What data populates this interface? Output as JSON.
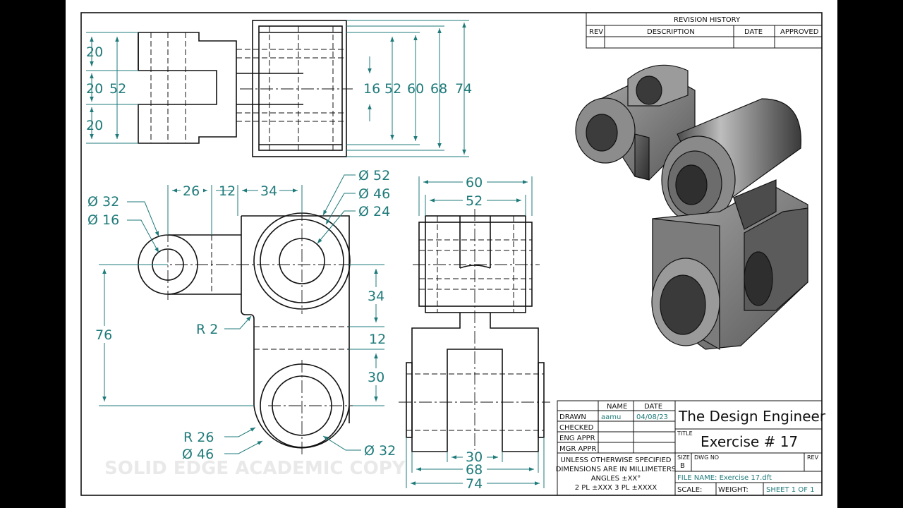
{
  "revision_block": {
    "title": "REVISION HISTORY",
    "columns": [
      "REV",
      "DESCRIPTION",
      "DATE",
      "APPROVED"
    ]
  },
  "dimensions": {
    "top_view": [
      "20",
      "20",
      "52",
      "20",
      "16",
      "52",
      "60",
      "68",
      "74"
    ],
    "front_view": [
      "Ø 32",
      "Ø 16",
      "26",
      "12",
      "34",
      "Ø 52",
      "Ø 46",
      "Ø 24",
      "76",
      "R 2",
      "34",
      "12",
      "30",
      "R 26",
      "Ø 46",
      "Ø 32"
    ],
    "side_view": [
      "60",
      "52",
      "30",
      "68",
      "74"
    ]
  },
  "title_block": {
    "col_name": "NAME",
    "col_date": "DATE",
    "rows": [
      {
        "label": "DRAWN",
        "name": "aamu",
        "date": "04/08/23"
      },
      {
        "label": "CHECKED",
        "name": "",
        "date": ""
      },
      {
        "label": "ENG APPR",
        "name": "",
        "date": ""
      },
      {
        "label": "MGR APPR",
        "name": "",
        "date": ""
      }
    ],
    "notes": [
      "UNLESS OTHERWISE SPECIFIED",
      "DIMENSIONS ARE IN MILLIMETERS",
      "ANGLES ±XX°",
      "2 PL ±XXX 3 PL ±XXXX"
    ],
    "company": "The Design Engineer",
    "title_label": "TITLE",
    "title": "Exercise # 17",
    "size_label": "SIZE",
    "size": "B",
    "dwg_no_label": "DWG NO",
    "rev_label": "REV",
    "file_name": "FILE NAME: Exercise 17.dft",
    "scale_label": "SCALE:",
    "weight_label": "WEIGHT:",
    "sheet": "SHEET 1 OF 1"
  },
  "watermark": "SOLID EDGE ACADEMIC COPY",
  "colors": {
    "dimension": "#1f7a7a",
    "line": "#111111",
    "border": "#000000"
  }
}
